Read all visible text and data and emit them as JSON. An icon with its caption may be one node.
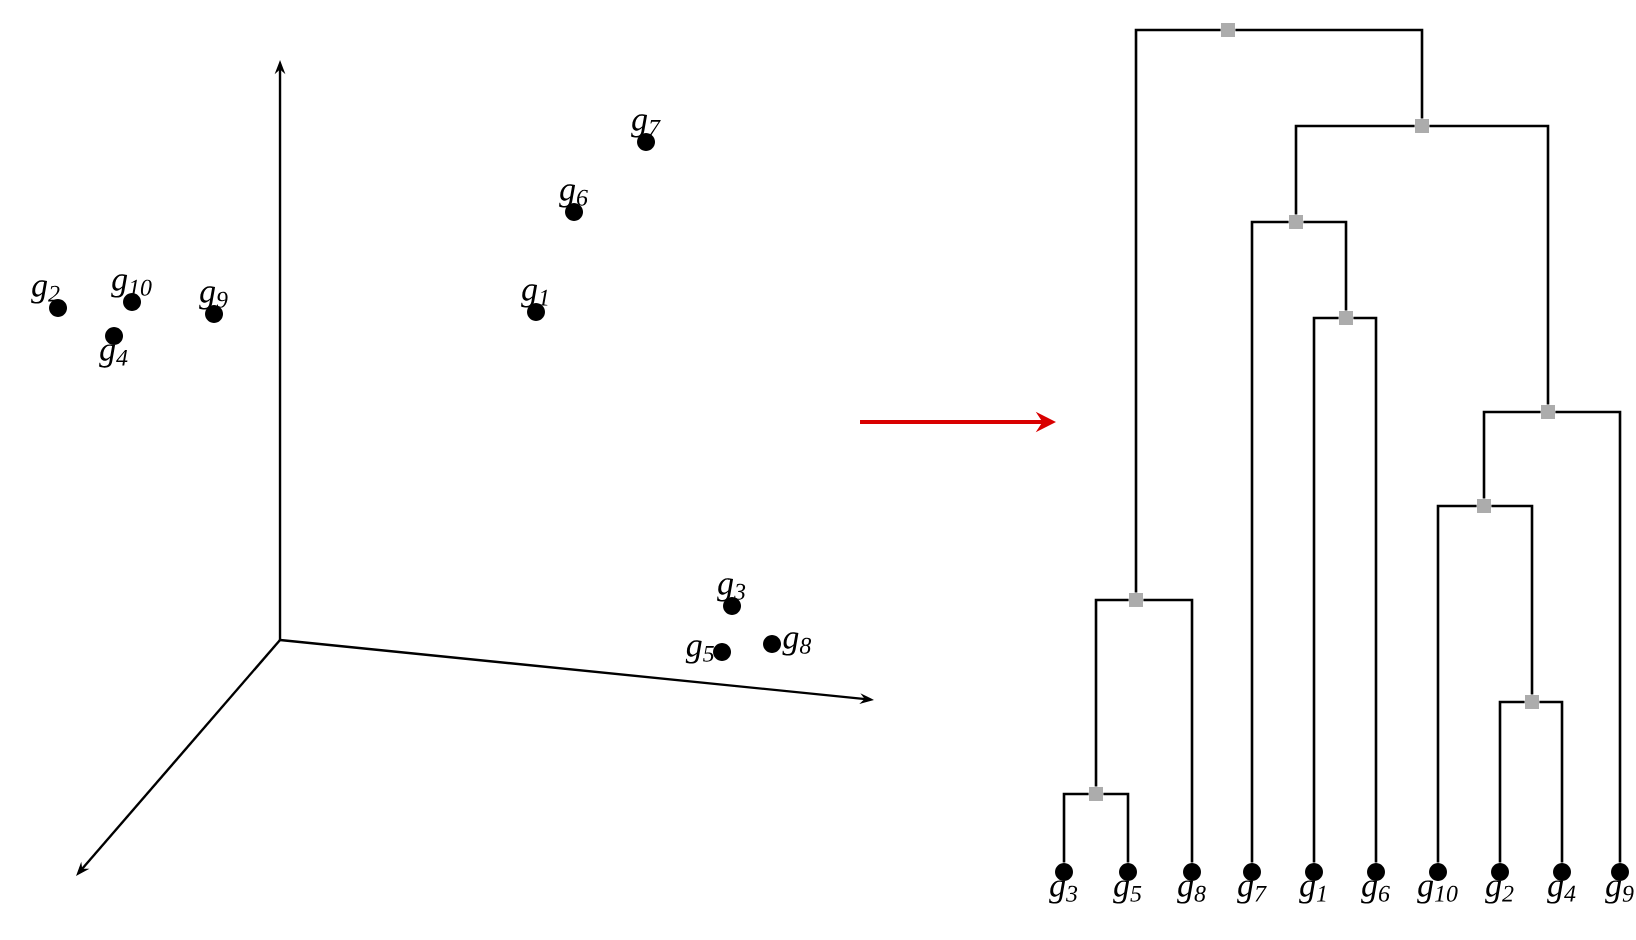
{
  "diagram": {
    "nodes": [
      {
        "text": [],
        "shape": "circle",
        "beside": [
          "g$_{7}$"
        ]
      },
      {
        "text": [],
        "shape": "circle",
        "beside": [
          "g$_{6}$"
        ]
      },
      {
        "text": [],
        "shape": "circle",
        "beside": [
          "g$_{2}$"
        ]
      },
      {
        "text": [],
        "shape": "circle",
        "beside": [
          "g$_{10}$"
        ]
      },
      {
        "text": [],
        "shape": "circle",
        "beside": [
          "g$_{9}$"
        ]
      },
      {
        "text": [],
        "shape": "circle",
        "beside": [
          "g$_{1}$"
        ]
      },
      {
        "text": [],
        "shape": "circle",
        "beside": [
          "g$_{4}$"
        ]
      },
      {
        "text": [],
        "shape": "circle",
        "beside": [
          "g$_{3}$"
        ]
      },
      {
        "text": [],
        "shape": "circle",
        "beside": [
          "g$_{8}$"
        ]
      },
      {
        "text": [],
        "shape": "circle",
        "beside": [
          "g$_{5}$"
        ]
      },
      {
        "text": [],
        "shape": "box"
      },
      {
        "text": [],
        "shape": "box"
      },
      {
        "text": [],
        "shape": "box"
      },
      {
        "text": [],
        "shape": "box"
      },
      {
        "text": [],
        "shape": "box"
      },
      {
        "text": [],
        "shape": "box"
      },
      {
        "text": [],
        "shape": "box"
      },
      {
        "text": [],
        "shape": "box"
      },
      {
        "text": [],
        "shape": "box"
      },
      {
        "text": [],
        "shape": "circle",
        "beside": [
          "g$_{3}$"
        ]
      },
      {
        "text": [],
        "shape": "circle",
        "beside": [
          "g$_{5}$"
        ]
      },
      {
        "text": [],
        "shape": "circle",
        "beside": [
          "g$_{8}$"
        ]
      },
      {
        "text": [],
        "shape": "circle",
        "beside": [
          "g$_{7}$"
        ]
      },
      {
        "text": [],
        "shape": "circle",
        "beside": [
          "g$_{1}$"
        ]
      },
      {
        "text": [],
        "shape": "circle",
        "beside": [
          "g$_{6}$"
        ]
      },
      {
        "text": [],
        "shape": "circle",
        "beside": [
          "g$_{10}$"
        ]
      },
      {
        "text": [],
        "shape": "circle",
        "beside": [
          "g$_{2}$"
        ]
      },
      {
        "text": [],
        "shape": "circle",
        "beside": [
          "g$_{4}$"
        ]
      },
      {
        "text": [],
        "shape": "circle",
        "beside": [
          "g$_{9}$"
        ]
      }
    ],
    "edges": [
      {
        "from": 10,
        "to": 16,
        "arrow": "none"
      },
      {
        "from": 10,
        "to": 11,
        "arrow": "none"
      },
      {
        "from": 16,
        "to": 18,
        "arrow": "none"
      },
      {
        "from": 16,
        "to": 21,
        "arrow": "none"
      },
      {
        "from": 18,
        "to": 19,
        "arrow": "none"
      },
      {
        "from": 18,
        "to": 20,
        "arrow": "none"
      },
      {
        "from": 11,
        "to": 12,
        "arrow": "none"
      },
      {
        "from": 11,
        "to": 14,
        "arrow": "none"
      },
      {
        "from": 12,
        "to": 22,
        "arrow": "none"
      },
      {
        "from": 12,
        "to": 13,
        "arrow": "none"
      },
      {
        "from": 13,
        "to": 23,
        "arrow": "none"
      },
      {
        "from": 13,
        "to": 24,
        "arrow": "none"
      },
      {
        "from": 14,
        "to": 15,
        "arrow": "none"
      },
      {
        "from": 14,
        "to": 28,
        "arrow": "none"
      },
      {
        "from": 15,
        "to": 25,
        "arrow": "none"
      },
      {
        "from": 15,
        "to": 17,
        "arrow": "none"
      },
      {
        "from": 17,
        "to": 26,
        "arrow": "none"
      },
      {
        "from": 17,
        "to": 27,
        "arrow": "none"
      }
    ]
  }
}
